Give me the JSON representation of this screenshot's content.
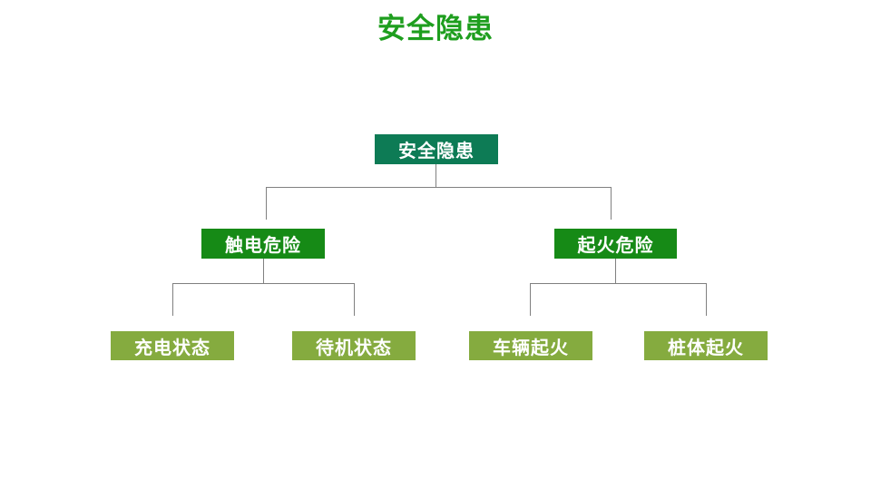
{
  "title": "安全隐患",
  "colors": {
    "title_color": "#1E9E1E",
    "root_fill": "#0D7B55",
    "branch_fill": "#168A16",
    "leaf_fill": "#85AB3F",
    "line_color": "#808080",
    "node_text": "#FFFFFF"
  },
  "tree": {
    "root": {
      "label": "安全隐患"
    },
    "branches": [
      {
        "label": "触电危险",
        "children": [
          {
            "label": "充电状态"
          },
          {
            "label": "待机状态"
          }
        ]
      },
      {
        "label": "起火危险",
        "children": [
          {
            "label": "车辆起火"
          },
          {
            "label": "桩体起火"
          }
        ]
      }
    ]
  }
}
